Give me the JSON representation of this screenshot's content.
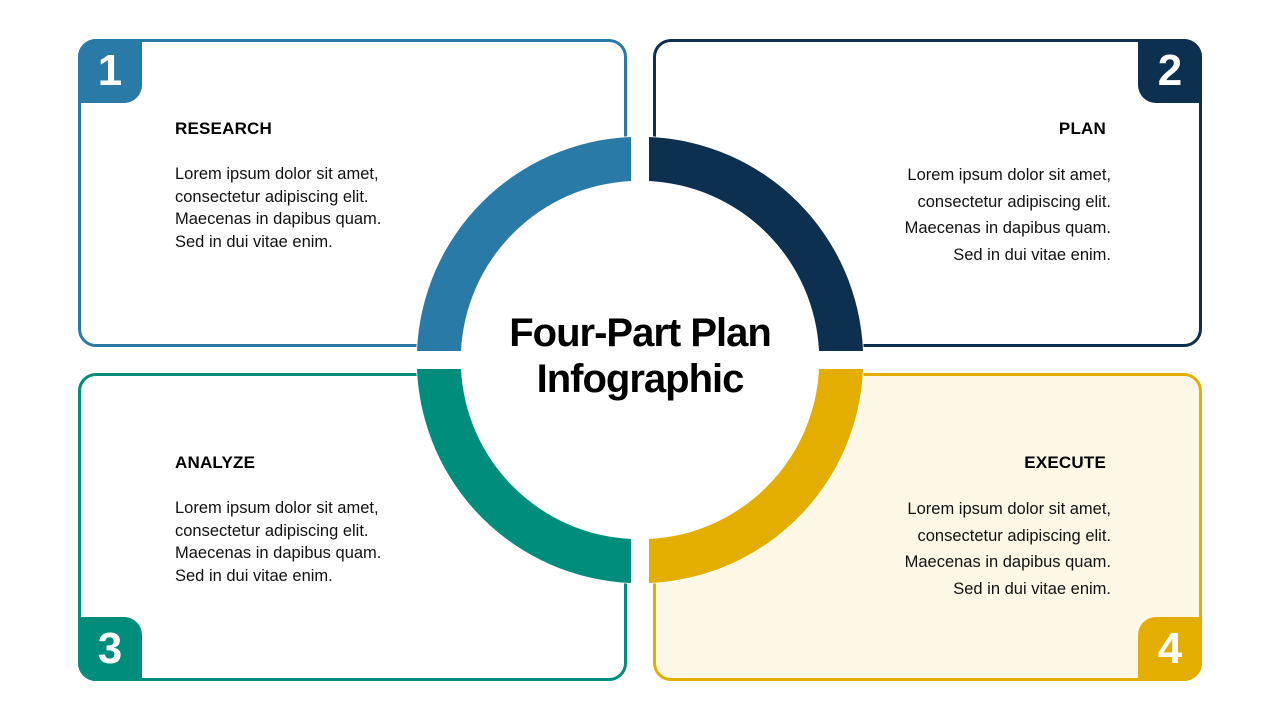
{
  "title": {
    "line1": "Four-Part Plan",
    "line2": "Infographic"
  },
  "colors": {
    "research": "#2a7aa8",
    "plan": "#0d3050",
    "analyze": "#008d7c",
    "execute": "#e3ae00",
    "execute_fill": "#fdf8e6"
  },
  "sections": [
    {
      "number": "1",
      "heading": "RESEARCH",
      "lines": [
        "Lorem ipsum dolor sit amet,",
        "consectetur adipiscing elit.",
        "Maecenas in dapibus quam.",
        "Sed in dui vitae enim."
      ]
    },
    {
      "number": "2",
      "heading": "PLAN",
      "lines": [
        "Lorem ipsum dolor sit amet,",
        "consectetur adipiscing elit.",
        "Maecenas in dapibus quam.",
        "Sed in dui vitae enim."
      ]
    },
    {
      "number": "3",
      "heading": "ANALYZE",
      "lines": [
        "Lorem ipsum dolor sit amet,",
        "consectetur adipiscing elit.",
        "Maecenas in dapibus quam.",
        "Sed in dui vitae enim."
      ]
    },
    {
      "number": "4",
      "heading": "EXECUTE",
      "lines": [
        "Lorem ipsum dolor sit amet,",
        "consectetur adipiscing elit.",
        "Maecenas in dapibus quam.",
        "Sed in dui vitae enim."
      ]
    }
  ]
}
